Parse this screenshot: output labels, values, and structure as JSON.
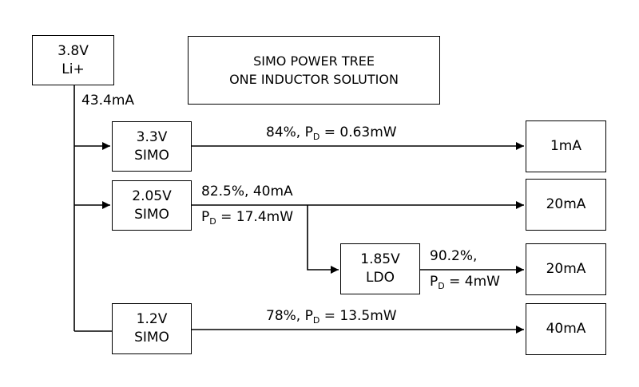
{
  "title_box": {
    "line1": "SIMO POWER TREE",
    "line2": "ONE INDUCTOR SOLUTION"
  },
  "source": {
    "line1": "3.8V",
    "line2": "Li+",
    "current": "43.4mA"
  },
  "converters": [
    {
      "line1": "3.3V",
      "line2": "SIMO"
    },
    {
      "line1": "2.05V",
      "line2": "SIMO"
    },
    {
      "line1": "1.85V",
      "line2": "LDO"
    },
    {
      "line1": "1.2V",
      "line2": "SIMO"
    }
  ],
  "loads": [
    "1mA",
    "20mA",
    "20mA",
    "40mA"
  ],
  "labels": {
    "c1": {
      "pre": "84%, P",
      "sub": "D",
      "post": " = 0.63mW"
    },
    "c2_top": "82.5%, 40mA",
    "c2_bot": {
      "pre": "P",
      "sub": "D",
      "post": " = 17.4mW"
    },
    "c3_top": "90.2%,",
    "c3_bot": {
      "pre": "P",
      "sub": "D",
      "post": " = 4mW"
    },
    "c4": {
      "pre": "78%, P",
      "sub": "D",
      "post": " = 13.5mW"
    }
  }
}
